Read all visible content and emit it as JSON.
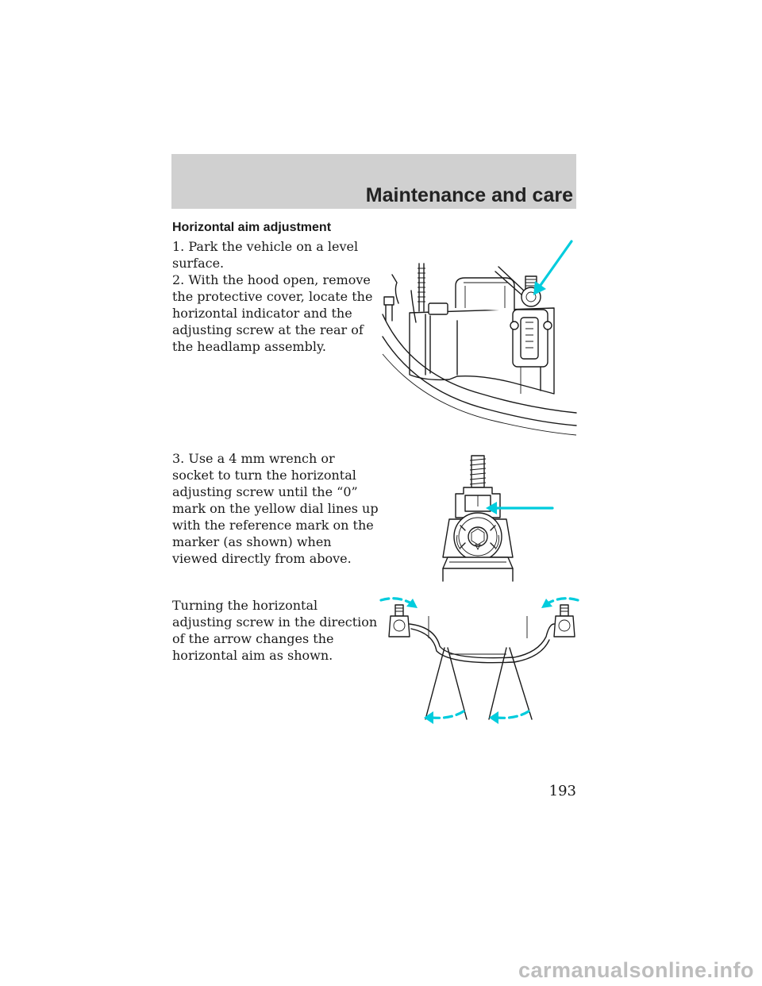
{
  "header": {
    "title": "Maintenance and care"
  },
  "section": {
    "heading": "Horizontal aim adjustment"
  },
  "paragraphs": [
    "1. Park the vehicle on a level surface.",
    "2. With the hood open, remove the protective cover, locate the horizontal indicator and the adjusting screw at the rear of the headlamp assembly.",
    "3. Use a 4 mm wrench or socket to turn the horizontal adjusting screw until the “0” mark on the yellow dial lines up with the reference mark on the marker (as shown) when viewed directly from above.",
    "Turning the horizontal adjusting screw in the direction of the arrow changes the horizontal aim as shown."
  ],
  "page_number": "193",
  "watermark": "carmanualsonline.info",
  "colors": {
    "header_band": "#d0d0d0",
    "arrow": "#00ccdd"
  }
}
